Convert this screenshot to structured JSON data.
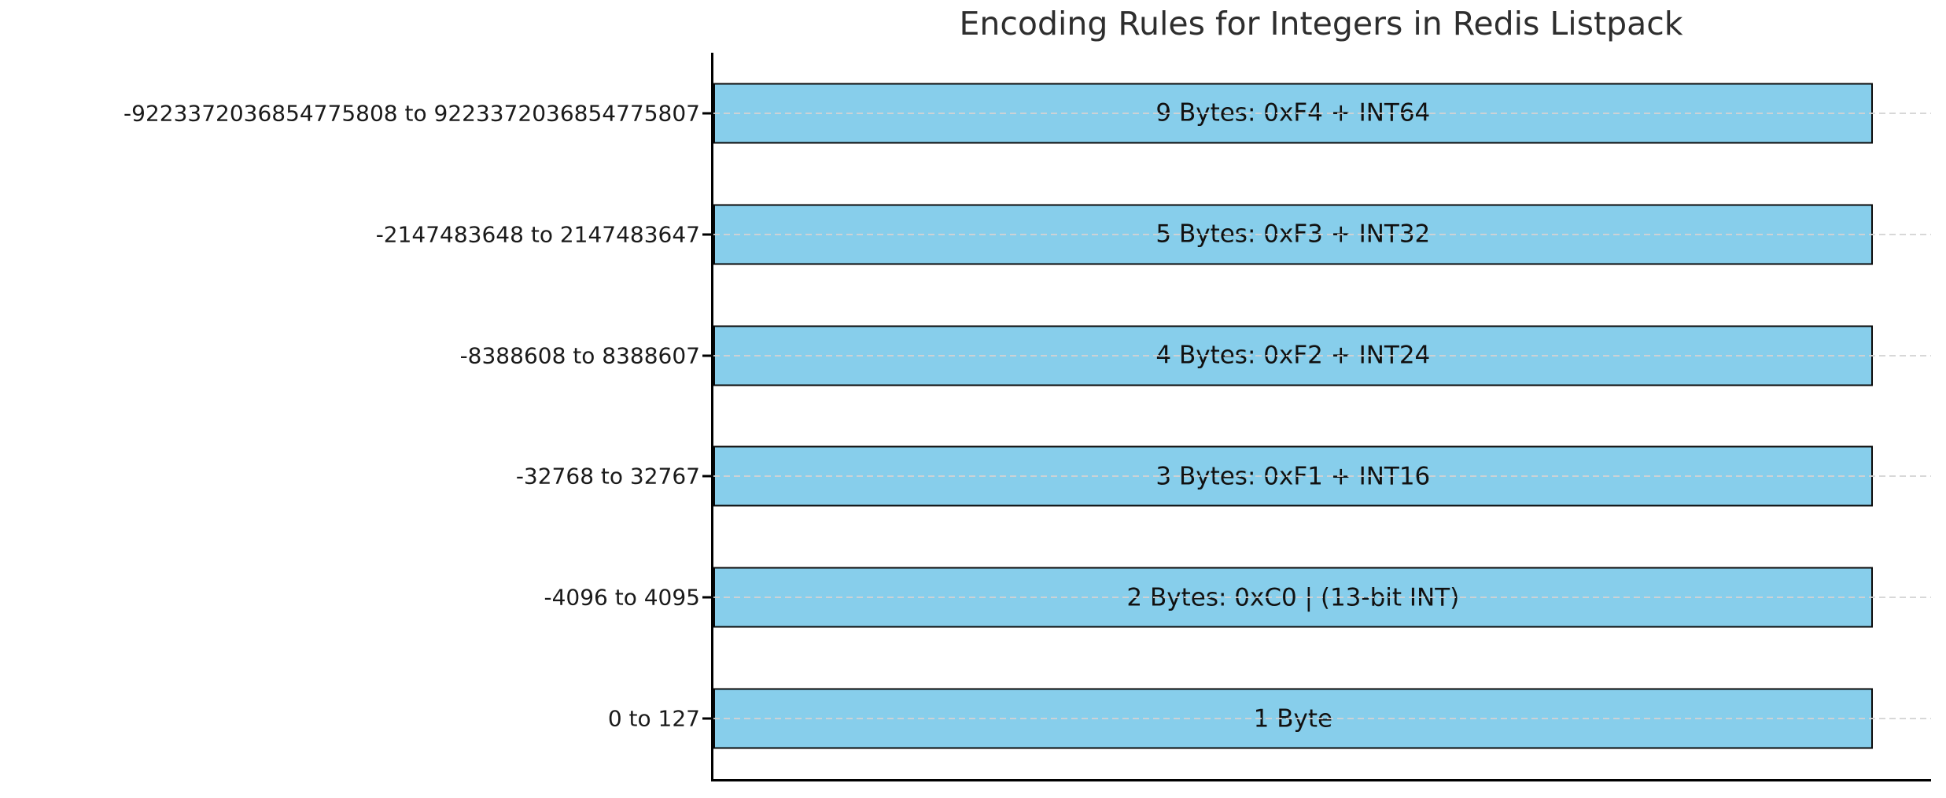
{
  "chart_data": {
    "type": "bar",
    "orientation": "horizontal",
    "title": "Encoding Rules for Integers in Redis Listpack",
    "categories": [
      "-9223372036854775808 to 9223372036854775807",
      "-2147483648 to 2147483647",
      "-8388608 to 8388607",
      "-32768 to 32767",
      "-4096 to 4095",
      "0 to 127"
    ],
    "bar_labels": [
      "9 Bytes: 0xF4 + INT64",
      "5 Bytes: 0xF3 + INT32",
      "4 Bytes: 0xF2 + INT24",
      "3 Bytes: 0xF1 + INT16",
      "2 Bytes: 0xC0 | (13-bit INT)",
      "1 Byte"
    ],
    "bytes_per_encoding": [
      9,
      5,
      4,
      3,
      2,
      1
    ],
    "values": [
      1,
      1,
      1,
      1,
      1,
      1
    ],
    "xlim": [
      0,
      1.05
    ],
    "note_layout": "all bars equal length; encoding size conveyed by in-bar labels",
    "grid": "horizontal dashed lines at each bar center, drawn over bars",
    "legend": "none",
    "x_axis_tick_labels": "none",
    "rows": [
      {
        "range": "-9223372036854775808 to 9223372036854775807",
        "label": "9 Bytes: 0xF4 + INT64",
        "bytes": 9
      },
      {
        "range": "-2147483648 to 2147483647",
        "label": "5 Bytes: 0xF3 + INT32",
        "bytes": 5
      },
      {
        "range": "-8388608 to 8388607",
        "label": "4 Bytes: 0xF2 + INT24",
        "bytes": 4
      },
      {
        "range": "-32768 to 32767",
        "label": "3 Bytes: 0xF1 + INT16",
        "bytes": 3
      },
      {
        "range": "-4096 to 4095",
        "label": "2 Bytes: 0xC0 | (13-bit INT)",
        "bytes": 2
      },
      {
        "range": "0 to 127",
        "label": "1 Byte",
        "bytes": 1
      }
    ],
    "styles": {
      "bar_fill": "#87CEEB",
      "bar_edge": "#0A0A0A",
      "grid_color": "#D3D3D3",
      "axis_spine_color": "#000000",
      "title_color": "#2E2E2E",
      "background": "#FFFFFF"
    }
  }
}
